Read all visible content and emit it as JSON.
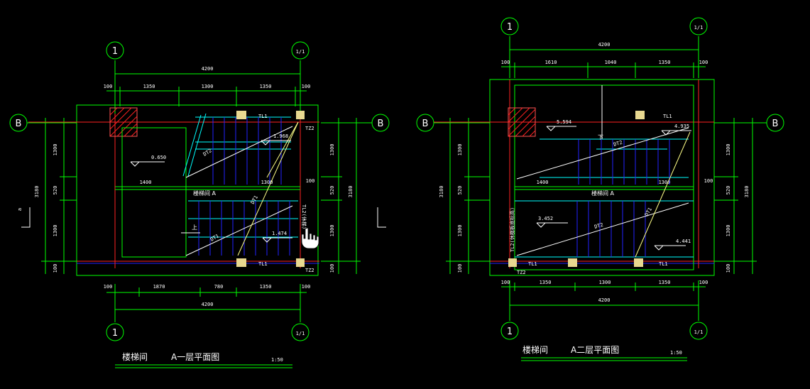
{
  "left_plan": {
    "title_room": "楼梯间",
    "title_plan": "A一层平面图",
    "scale": "1:50",
    "axis_col_1": "1",
    "axis_col_2": "1/1",
    "axis_row_left": "B",
    "axis_row_right": "B",
    "top_total": "4200",
    "top_dims": [
      "100",
      "1350",
      "1300",
      "1350",
      "100"
    ],
    "bottom_total": "4200",
    "bottom_dims": [
      "100",
      "1870",
      "780",
      "1350",
      "100"
    ],
    "left_dims": [
      "1300",
      "520",
      "1300",
      "100"
    ],
    "left_total": "3180",
    "right_dims": [
      "1300",
      "520",
      "1300",
      "100"
    ],
    "right_total": "3180",
    "mid_dims": [
      "1400",
      "1300",
      "100"
    ],
    "room_label": "楼梯间 A",
    "beam_labels": [
      "TL1",
      "TL1"
    ],
    "column_labels": [
      "TZ2",
      "TZ2"
    ],
    "tl2_label": "TL2(休梯)",
    "stair_labels": [
      "DT2",
      "DT1",
      "DT1"
    ],
    "elevations": [
      "0.650",
      "1.968",
      "1.474"
    ],
    "up_label": "上",
    "section_mark": "a"
  },
  "right_plan": {
    "title_room": "楼梯间",
    "title_plan": "A二层平面图",
    "scale": "1:50",
    "axis_col_1": "1",
    "axis_col_2": "1/1",
    "axis_row_left": "B",
    "axis_row_right": "B",
    "top_total": "4200",
    "top_dims": [
      "100",
      "1610",
      "1040",
      "1350",
      "100"
    ],
    "bottom_total": "4200",
    "bottom_dims": [
      "100",
      "1350",
      "1300",
      "1350",
      "100"
    ],
    "left_dims": [
      "1300",
      "520",
      "1300",
      "100"
    ],
    "left_total": "3180",
    "right_dims": [
      "1300",
      "520",
      "1300",
      "100"
    ],
    "right_total": "3180",
    "mid_dims": [
      "1400",
      "1300",
      "100"
    ],
    "room_label": "楼梯间 A",
    "beam_labels": [
      "TL1",
      "TL1",
      "TL1"
    ],
    "column_labels": [
      "TZ2"
    ],
    "tl2_label": "TL2(休梯板底标高)",
    "stair_labels": [
      "DT2",
      "DT2",
      "DT1"
    ],
    "elevations": [
      "5.594",
      "4.935",
      "3.452",
      "4.441"
    ],
    "up_label": "下"
  }
}
